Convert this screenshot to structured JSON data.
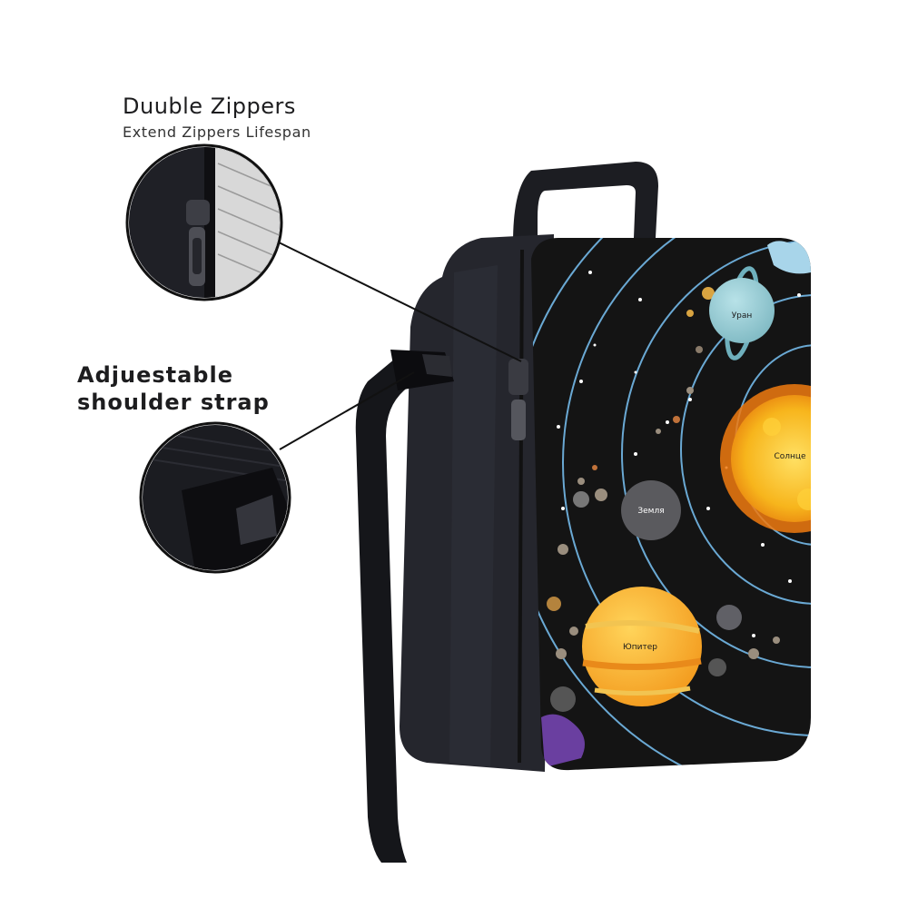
{
  "features": {
    "zippers": {
      "title": "Duuble Zippers",
      "subtitle": "Extend Zippers Lifespan"
    },
    "strap": {
      "title_line1": "Adjuestable",
      "title_line2": "shoulder strap"
    }
  },
  "bag_print": {
    "planet_labels": {
      "uranus": "Уран",
      "sun": "Солнце",
      "earth": "Земля",
      "jupiter": "Юпитер"
    }
  },
  "colors": {
    "bag_body": "#1f2026",
    "bag_print_bg": "#141414",
    "orbit_line": "#6aa9d4",
    "sun": "#f7b51c",
    "jupiter": "#f6a623",
    "uranus": "#8ec6cf",
    "earth": "#5a5a5e"
  }
}
